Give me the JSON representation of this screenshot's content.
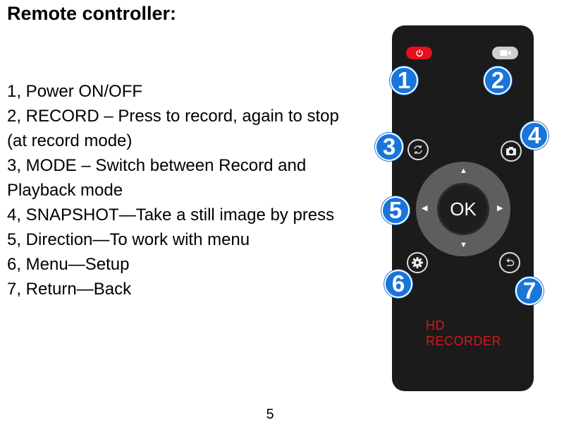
{
  "heading": "Remote controller:",
  "instructions": [
    "1, Power ON/OFF",
    "2, RECORD – Press to record, again to stop (at record mode)",
    "3, MODE – Switch between Record and Playback mode",
    "4, SNAPSHOT—Take a still image by press",
    "5, Direction—To work with menu",
    "6, Menu—Setup",
    "7, Return—Back"
  ],
  "page_number": "5",
  "remote": {
    "ok_label": "OK",
    "brand_line1": "HD",
    "brand_line2": "RECORDER",
    "badges": [
      "1",
      "2",
      "3",
      "4",
      "5",
      "6",
      "7"
    ],
    "arrows": {
      "up": "▲",
      "down": "▼",
      "left": "◀",
      "right": "▶"
    },
    "icons": [
      "power-icon",
      "video-camera-icon",
      "mode-cycle-icon",
      "camera-icon",
      "gear-icon",
      "return-icon"
    ],
    "colors": {
      "body": "#1b1b1b",
      "power": "#e3111b",
      "record": "#cfcfcf",
      "dpad": "#5e5e5e",
      "badge": "#1a75d8",
      "brand": "#d8151d"
    }
  }
}
